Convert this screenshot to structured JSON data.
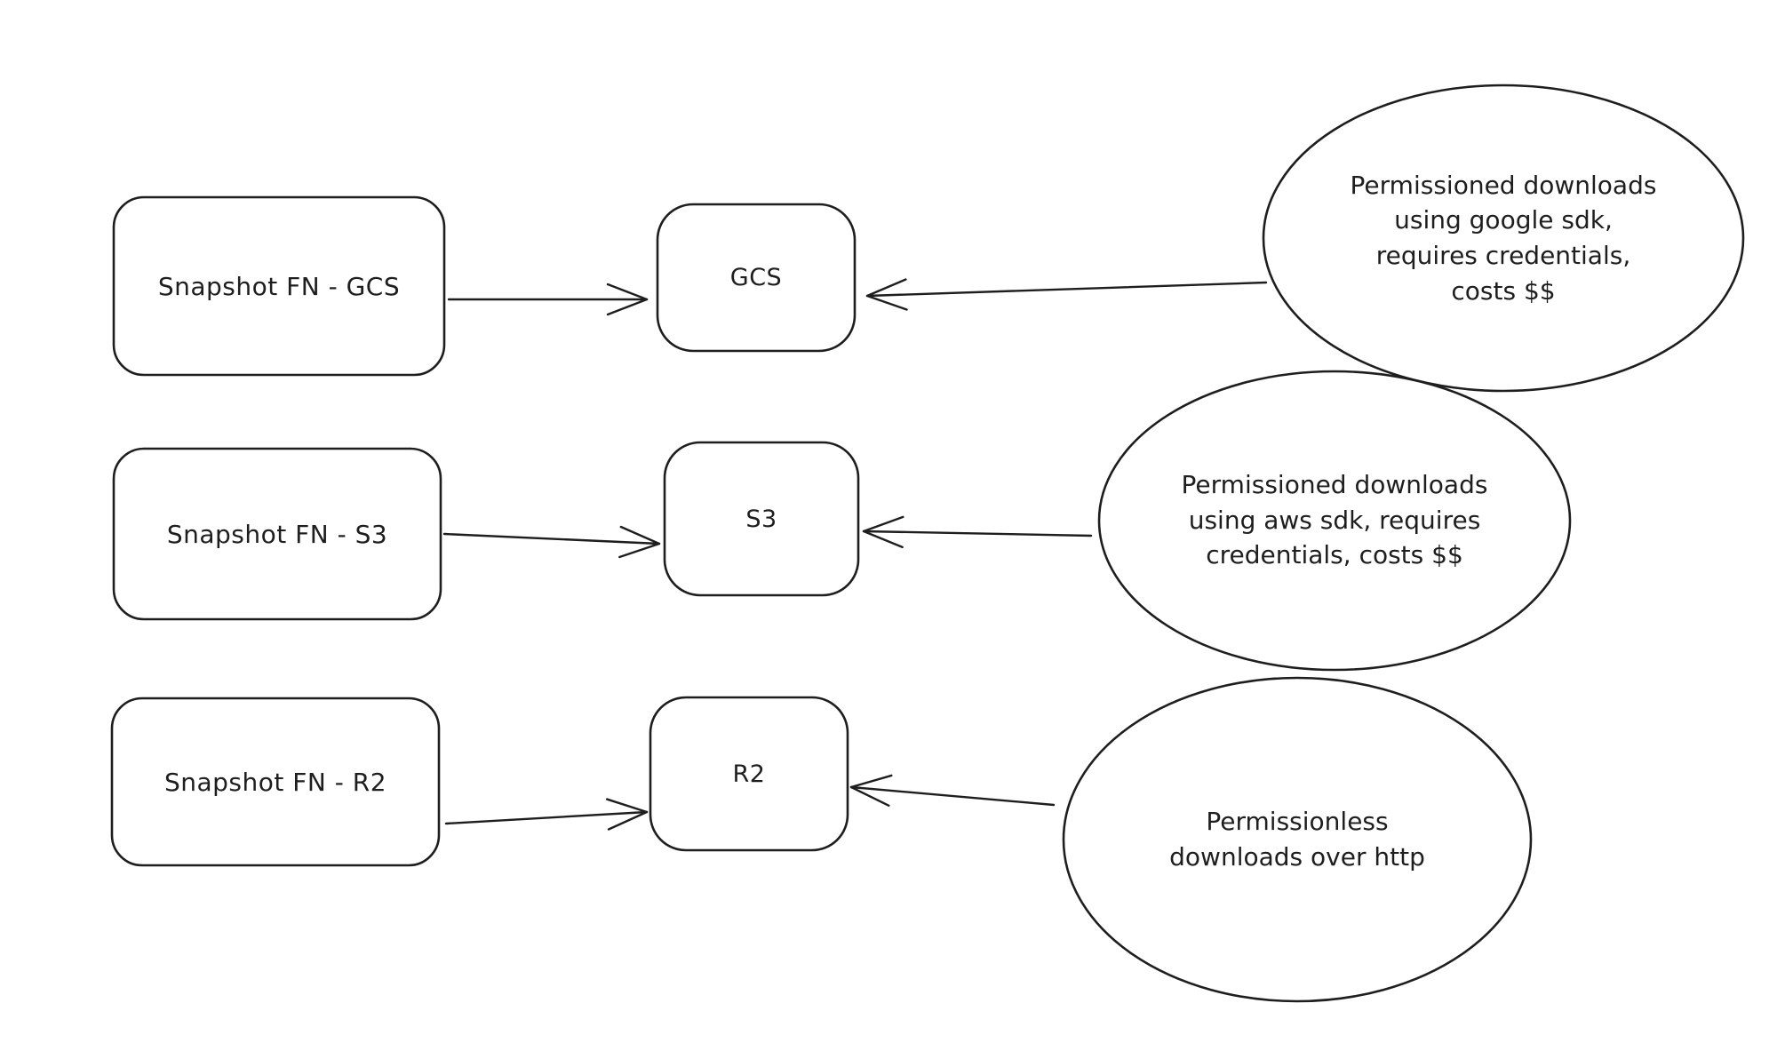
{
  "diagram": {
    "background_color": "#ffffff",
    "stroke_color": "#1e1e1e",
    "rows": [
      {
        "source_label": "Snapshot FN - GCS",
        "target_label": "GCS",
        "note": "Permissioned downloads\nusing google sdk,\nrequires credentials,\ncosts $$"
      },
      {
        "source_label": "Snapshot FN - S3",
        "target_label": "S3",
        "note": "Permissioned downloads\nusing aws sdk, requires\ncredentials, costs $$"
      },
      {
        "source_label": "Snapshot FN - R2",
        "target_label": "R2",
        "note": "Permissionless\ndownloads over http"
      }
    ]
  }
}
